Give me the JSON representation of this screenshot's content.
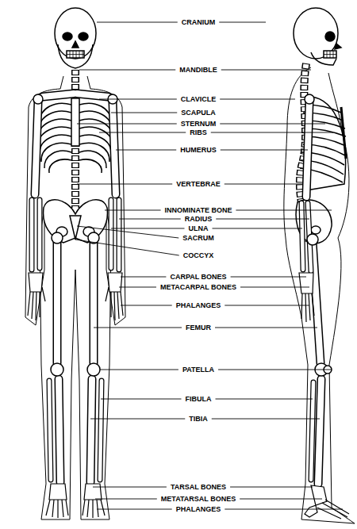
{
  "diagram": {
    "labels": [
      "CRANIUM",
      "MANDIBLE",
      "CLAVICLE",
      "SCAPULA",
      "STERNUM",
      "RIBS",
      "HUMERUS",
      "VERTEBRAE",
      "INNOMINATE BONE",
      "RADIUS",
      "ULNA",
      "SACRUM",
      "COCCYX",
      "CARPAL BONES",
      "METACARPAL BONES",
      "PHALANGES",
      "FEMUR",
      "PATELLA",
      "FIBULA",
      "TIBIA",
      "TARSAL BONES",
      "METATARSAL BONES",
      "PHALANGES"
    ]
  }
}
